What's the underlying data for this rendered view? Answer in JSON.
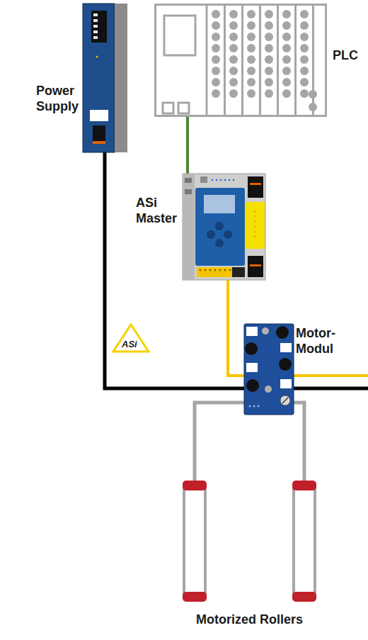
{
  "diagram": {
    "nodes": [
      {
        "text": [
          "Power Supply"
        ]
      },
      {
        "text": [
          "PLC"
        ]
      },
      {
        "text": [
          "ASi Master"
        ]
      },
      {
        "text": [
          "Motor- Modul"
        ]
      },
      {
        "text": [
          "Motorized Rollers"
        ]
      }
    ],
    "edges": [
      {
        "from": 1,
        "to": 2,
        "arrow": "none"
      },
      {
        "from": 2,
        "to": 3,
        "arrow": "none"
      },
      {
        "from": 0,
        "to": 3,
        "arrow": "none"
      },
      {
        "from": 3,
        "to": 4,
        "arrow": "none"
      }
    ],
    "labels": [
      "ASi"
    ]
  }
}
